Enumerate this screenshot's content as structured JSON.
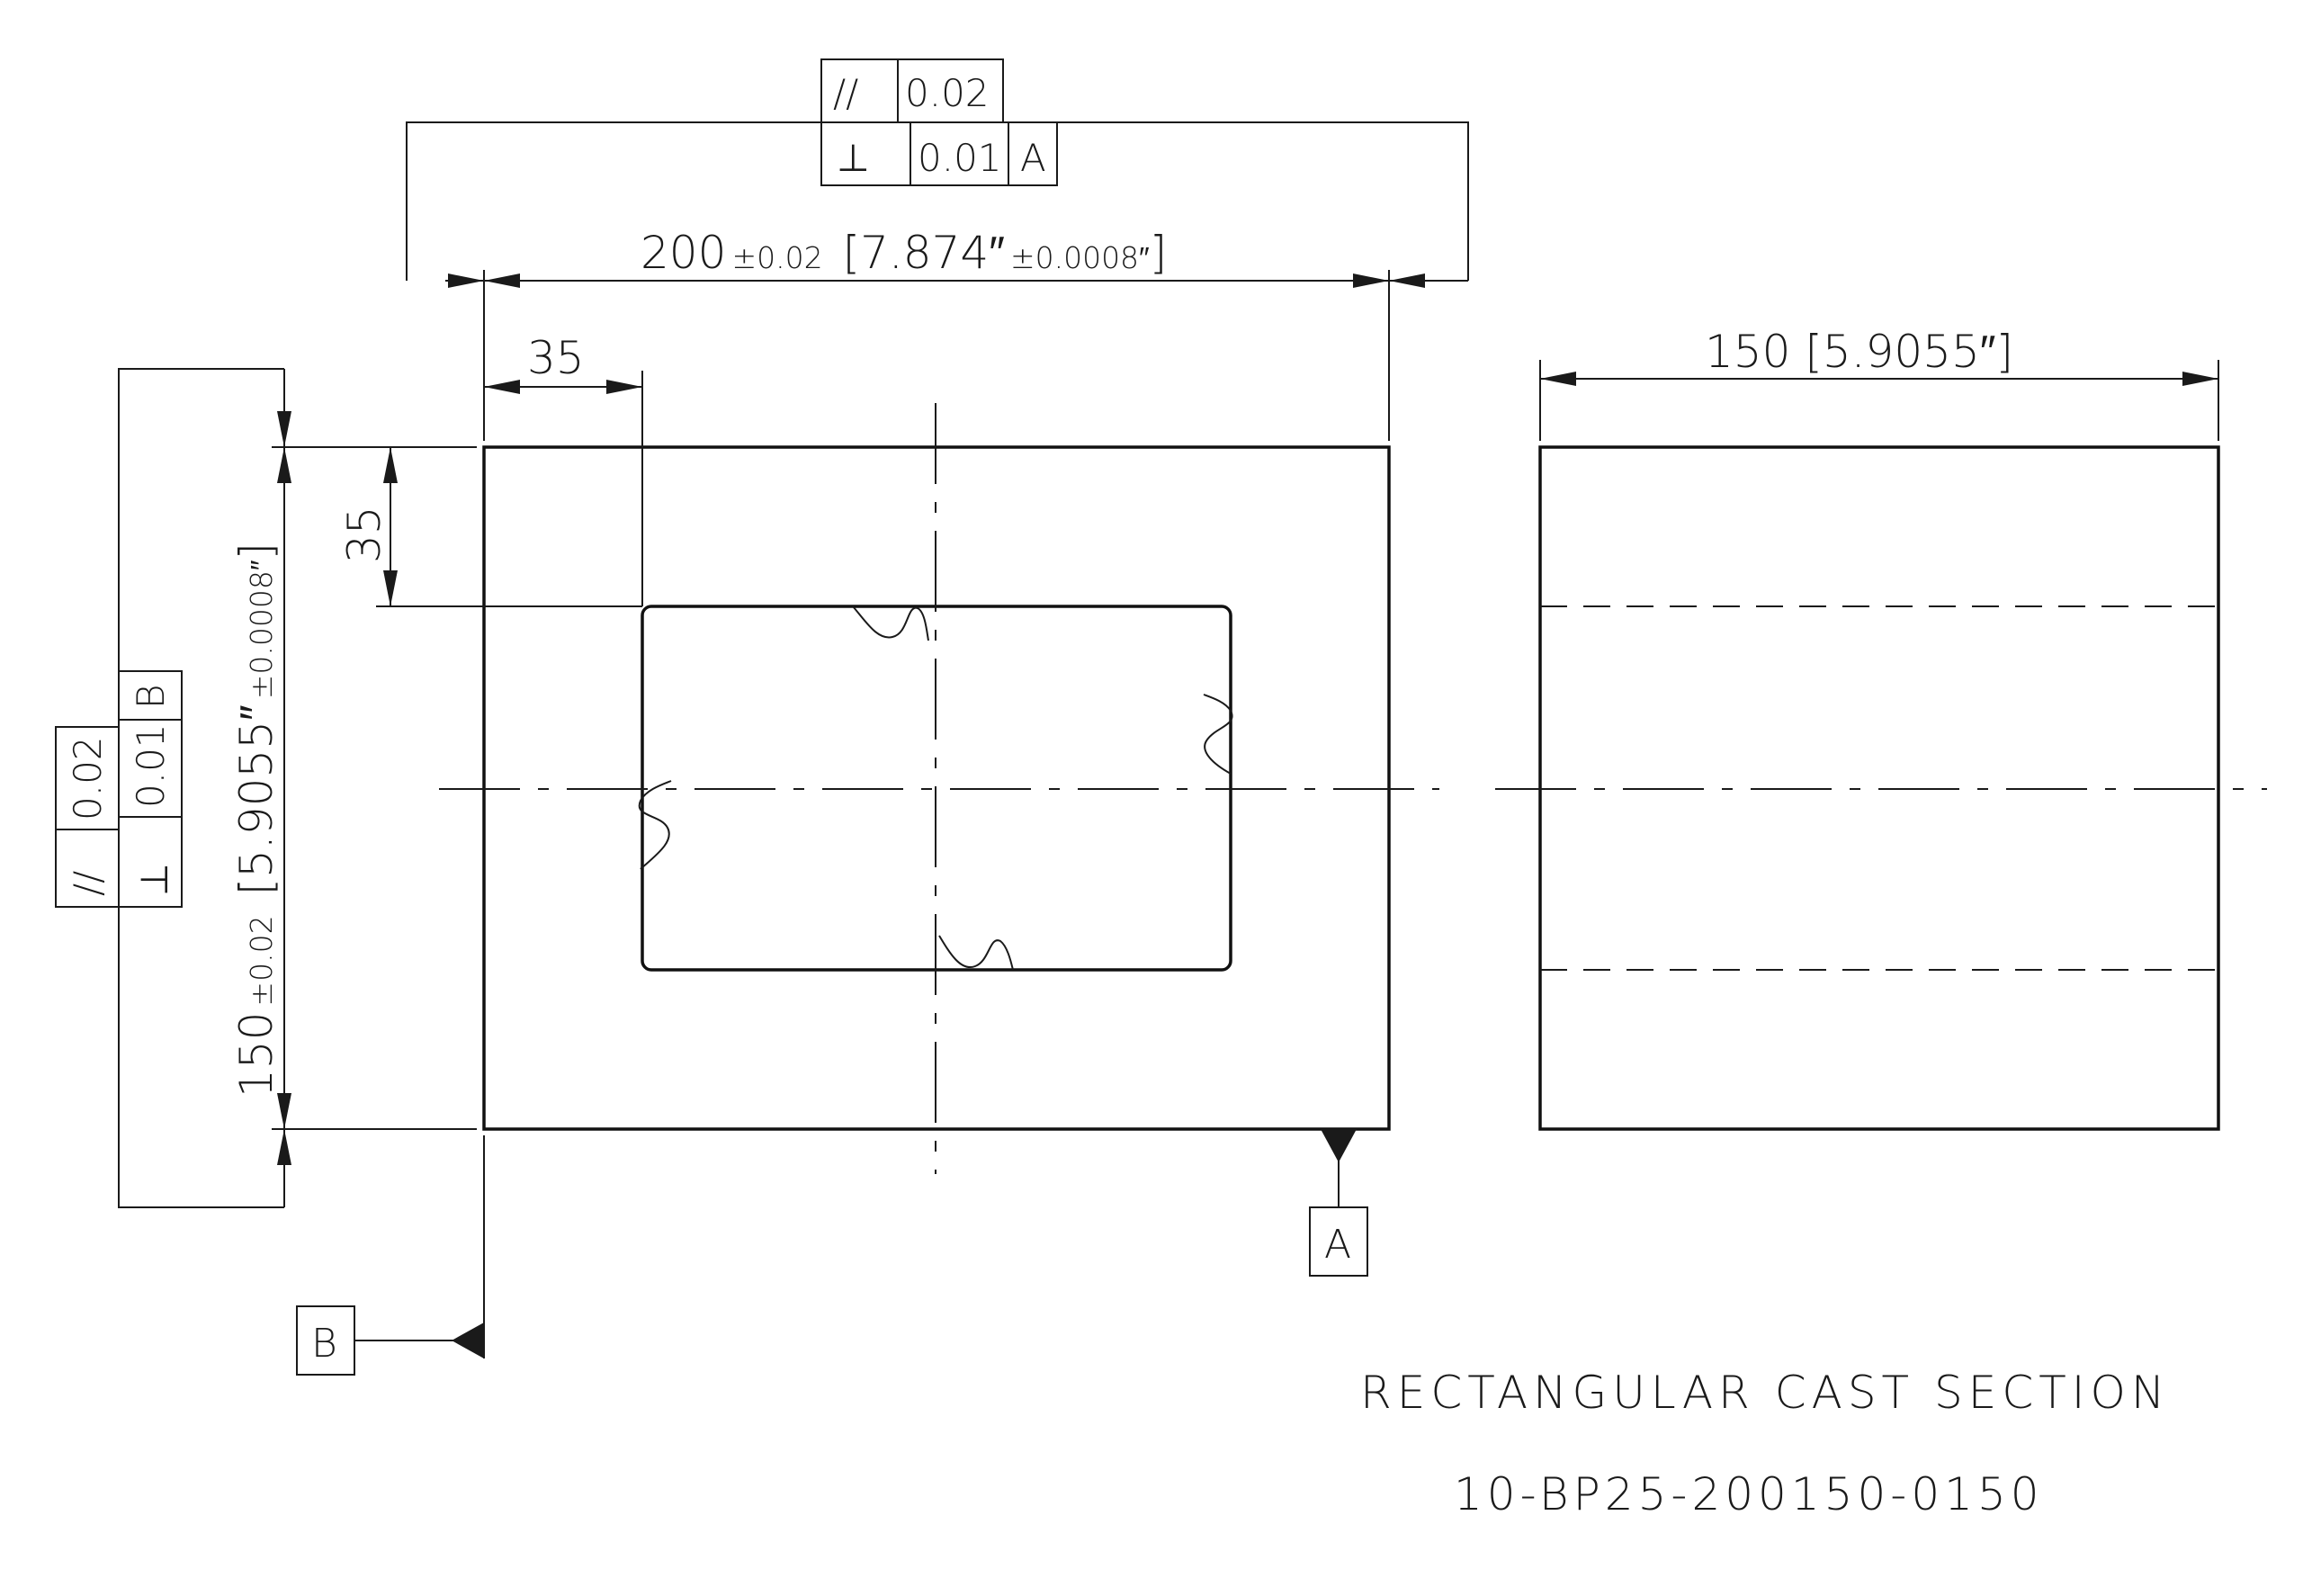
{
  "title": "RECTANGULAR CAST SECTION",
  "part_number": "10-BP25-200150-0150",
  "dims": {
    "width": {
      "nominal": "200",
      "tol": "±0.02",
      "open": "[7.874″",
      "tol_in": "±0.0008″",
      "close": "]"
    },
    "height": {
      "nominal": "150",
      "tol": "±0.02",
      "open": "[5.9055″",
      "tol_in": "±0.0008″",
      "close": "]"
    },
    "side_width": "150 [5.9055″]",
    "offset_x": "35",
    "offset_y": "35"
  },
  "fcf_top": {
    "row1": {
      "symbol": "//",
      "value": "0.02"
    },
    "row2": {
      "symbol": "⊥",
      "value": "0.01",
      "datum": "A"
    }
  },
  "fcf_left": {
    "row1": {
      "symbol": "//",
      "value": "0.02"
    },
    "row2": {
      "symbol": "⊥",
      "value": "0.01",
      "datum": "B"
    }
  },
  "datums": {
    "a": "A",
    "b": "B"
  }
}
